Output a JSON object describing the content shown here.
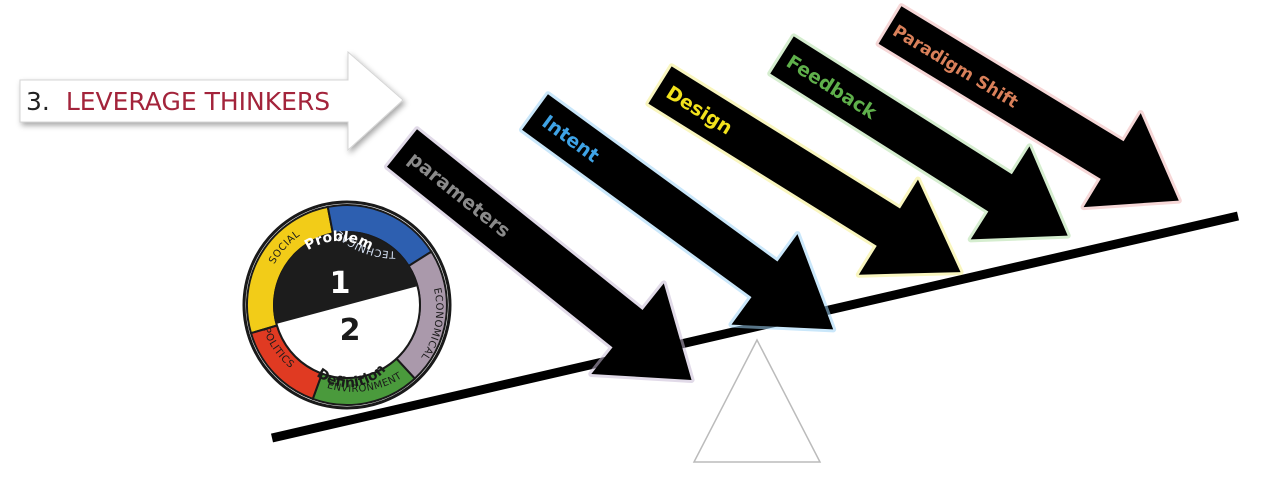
{
  "title": {
    "number": "3.",
    "text": "LEVERAGE THINKERS",
    "number_color": "#222222",
    "text_color": "#a3243b"
  },
  "arrows": [
    {
      "label": "parameters",
      "color": "#8a8a8a",
      "glow": "#c9bcd6"
    },
    {
      "label": "Intent",
      "color": "#3fa3e6",
      "glow": "#9fd4f6"
    },
    {
      "label": "Design",
      "color": "#f2e21c",
      "glow": "#f4ee8a"
    },
    {
      "label": "Feedback",
      "color": "#5fb04b",
      "glow": "#b3dfa8"
    },
    {
      "label": "Paradigm Shift",
      "color": "#d9805a",
      "glow": "#efb6b6"
    }
  ],
  "wheel": {
    "center_top": {
      "label": "Problem",
      "number": "1"
    },
    "center_bottom": {
      "label": "Definition",
      "number": "2"
    },
    "segments": [
      {
        "label": "SOCIAL",
        "color": "#f2cc18"
      },
      {
        "label": "TECHNICAL",
        "color": "#2d5fb0"
      },
      {
        "label": "ECONOMICAL",
        "color": "#aa99ab"
      },
      {
        "label": "ENVIRONMENT",
        "color": "#4a9a3c"
      },
      {
        "label": "POLITICS",
        "color": "#e03a22"
      }
    ]
  },
  "colors": {
    "arrow_fill": "#000000",
    "beam": "#000000",
    "fulcrum_stroke": "#bbbbbb"
  }
}
